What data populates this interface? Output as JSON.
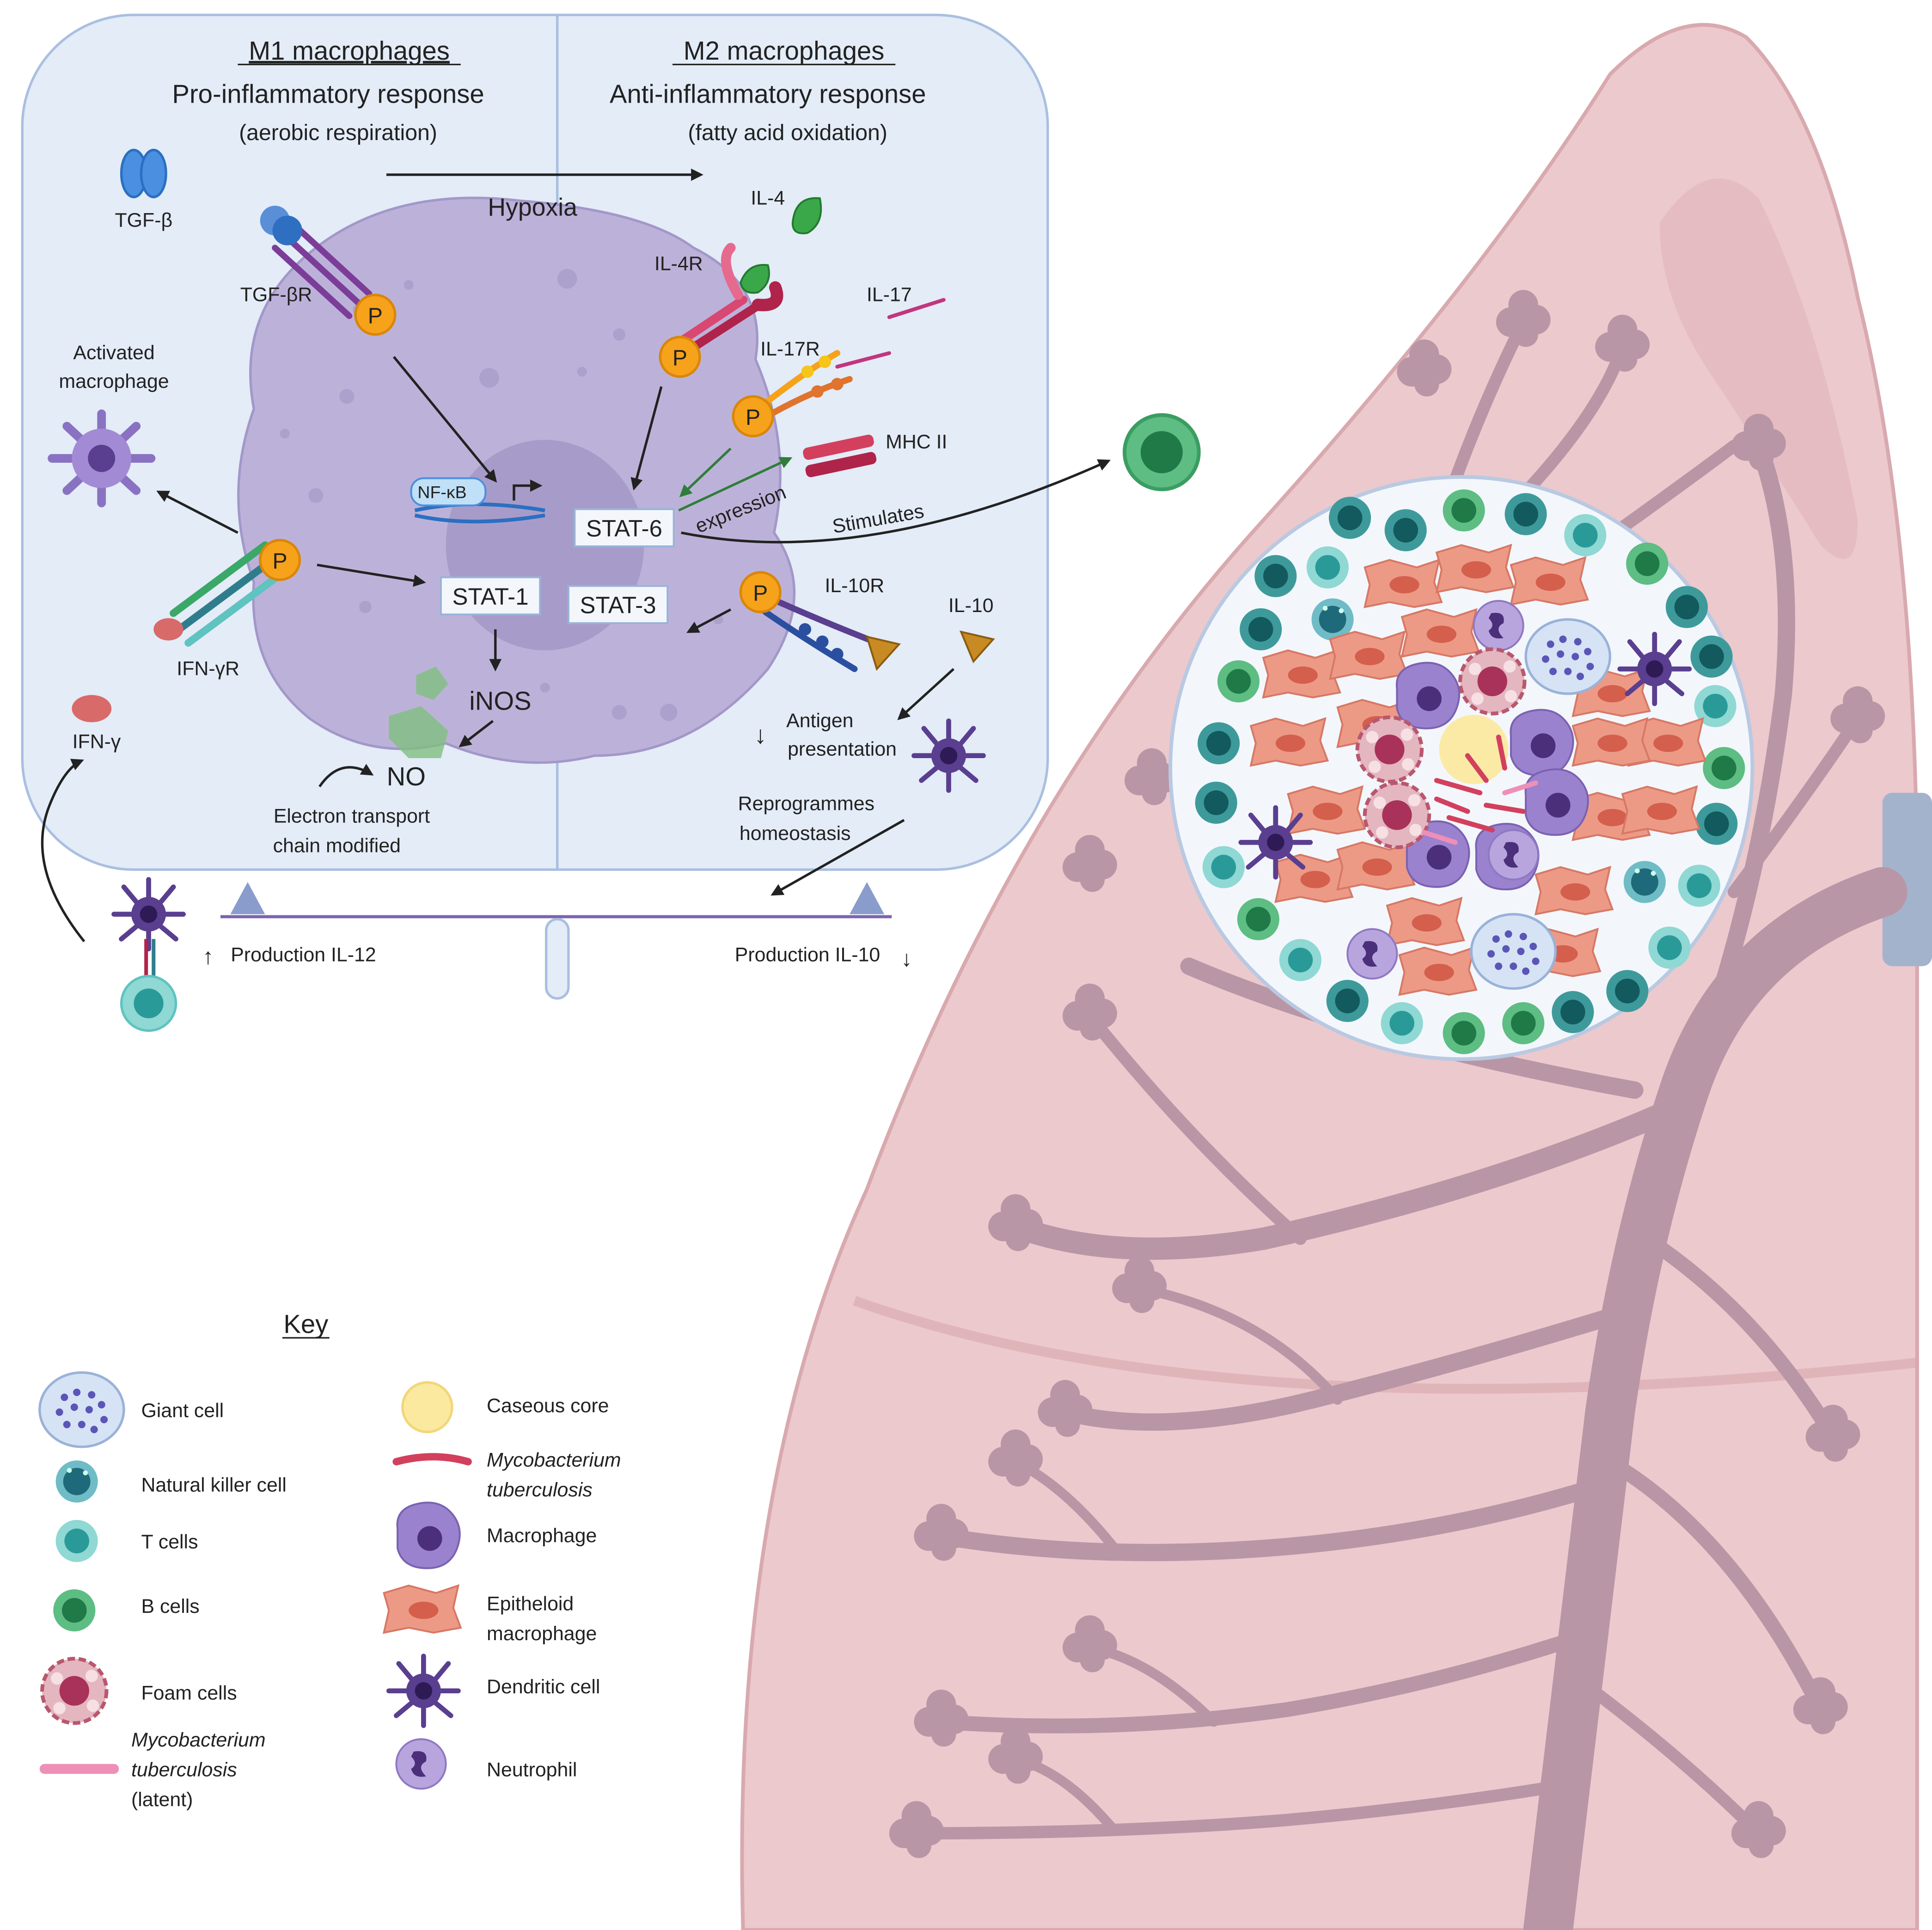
{
  "panel": {
    "m1": {
      "heading": "M1 macrophages",
      "response": "Pro-inflammatory response",
      "metabolism": "(aerobic respiration)"
    },
    "m2": {
      "heading": "M2 macrophages",
      "response": "Anti-inflammatory response",
      "metabolism": "(fatty acid oxidation)"
    }
  },
  "labels": {
    "hypoxia": "Hypoxia",
    "tgf_b": "TGF-β",
    "tgf_br": "TGF-βR",
    "activated_macrophage_1": "Activated",
    "activated_macrophage_2": "macrophage",
    "nfkb": "NF-κB",
    "stat6": "STAT-6",
    "stat1": "STAT-1",
    "stat3": "STAT-3",
    "inos": "iNOS",
    "no": "NO",
    "etc_1": "Electron transport",
    "etc_2": "chain modified",
    "ifn_yr": "IFN-γR",
    "ifn_y": "IFN-γ",
    "il4": "IL-4",
    "il4r": "IL-4R",
    "il17": "IL-17",
    "il17r": "IL-17R",
    "mhc2": "MHC II",
    "expression": "expression",
    "stimulates": "Stimulates",
    "il10r": "IL-10R",
    "il10": "IL-10",
    "antigen_1": "Antigen",
    "antigen_2": "presentation",
    "antigen_arrow": "↓",
    "reprogram_1": "Reprogrammes",
    "reprogram_2": "homeostasis",
    "p": "P",
    "prod_il12": "Production IL-12",
    "prod_il12_arrow": "↑",
    "prod_il10": "Production IL-10",
    "prod_il10_arrow": "↓"
  },
  "key": {
    "title": "Key",
    "items": [
      {
        "label": "Giant cell",
        "icon": "giant-cell-icon"
      },
      {
        "label": "Natural killer cell",
        "icon": "nk-cell-icon"
      },
      {
        "label": "T cells",
        "icon": "t-cell-icon"
      },
      {
        "label": "B cells",
        "icon": "b-cell-icon"
      },
      {
        "label": "Foam cells",
        "icon": "foam-cell-icon"
      },
      {
        "label_1": "Mycobacterium",
        "label_2": "tuberculosis",
        "label_3": "(latent)",
        "icon": "mtb-latent-icon"
      },
      {
        "label": "Caseous core",
        "icon": "caseous-core-icon"
      },
      {
        "label_1": "Mycobacterium",
        "label_2": "tuberculosis",
        "icon": "mtb-icon"
      },
      {
        "label": "Macrophage",
        "icon": "macrophage-icon"
      },
      {
        "label_1": "Epitheloid",
        "label_2": "macrophage",
        "icon": "epitheloid-macrophage-icon"
      },
      {
        "label": "Dendritic cell",
        "icon": "dendritic-cell-icon"
      },
      {
        "label": "Neutrophil",
        "icon": "neutrophil-icon"
      }
    ]
  },
  "colors": {
    "panel_bg": "#e3ecf7",
    "panel_border": "#a9bfe0",
    "macrophage_body": "#bcb2d9",
    "nucleus": "#a79cc9",
    "lung": "#ecc9cc",
    "bronchi": "#b896a6",
    "phospho": "#f6a21a",
    "t_cell": "#5fc3c0",
    "b_cell": "#3aa868",
    "nk_cell": "#2f7d8c",
    "epitheloid": "#e8917b",
    "macrophage": "#8a72c2",
    "foam": "#d89aa8",
    "mtb": "#d2405e",
    "caseous": "#fbe9a0"
  }
}
